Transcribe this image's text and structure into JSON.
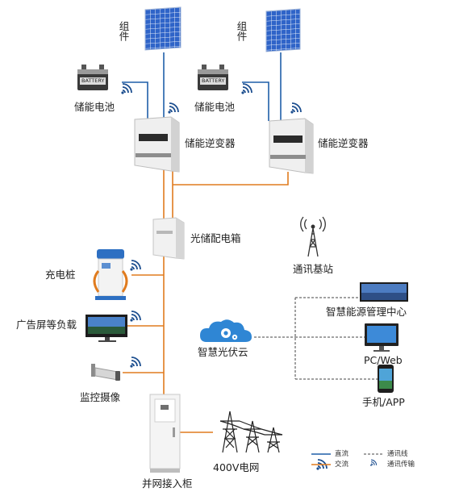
{
  "labels": {
    "panel_group": "组件",
    "battery_text": "BATTERY",
    "storage_battery": "储能电池",
    "storage_inverter": "储能逆变器",
    "pv_distribution_box": "光储配电箱",
    "comm_base_station": "通讯基站",
    "charging_pile": "充电桩",
    "ad_screen_load": "广告屏等负载",
    "surveillance_camera": "监控摄像",
    "smart_pv_cloud": "智慧光伏云",
    "energy_mgmt_center": "智慧能源管理中心",
    "pc_web": "PC/Web",
    "mobile_app": "手机/APP",
    "grid_cabinet": "并网接入柜",
    "grid_400v": "400V电网"
  },
  "legend": {
    "dc": "直流",
    "ac": "交流",
    "comm_line": "通讯线",
    "comm_transmission": "通讯传输"
  },
  "colors": {
    "dc_line": "#1f5fa8",
    "ac_line": "#e07b1e",
    "comm_line": "#444444",
    "wifi": "#1c4e8f",
    "cloud": "#2f86d4"
  }
}
